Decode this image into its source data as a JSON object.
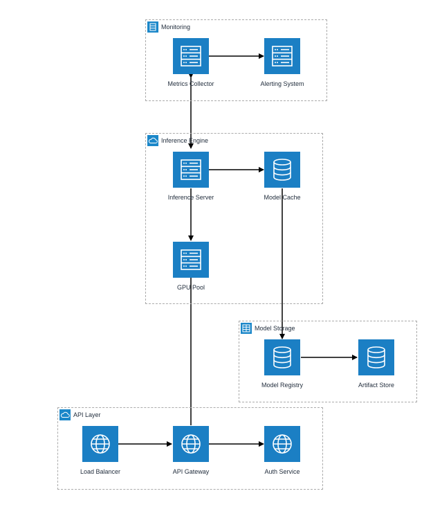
{
  "groups": {
    "monitoring": {
      "title": "Monitoring",
      "icon": "server-rack-icon"
    },
    "inference": {
      "title": "Inference Engine",
      "icon": "cloud-icon"
    },
    "storage": {
      "title": "Model Storage",
      "icon": "server-rack-icon"
    },
    "api": {
      "title": "API Layer",
      "icon": "cloud-icon"
    }
  },
  "nodes": {
    "metrics_collector": {
      "label": "Metrics Collector",
      "icon": "server-icon"
    },
    "alerting_system": {
      "label": "Alerting System",
      "icon": "server-icon"
    },
    "inference_server": {
      "label": "Inference Server",
      "icon": "server-icon"
    },
    "model_cache": {
      "label": "Model Cache",
      "icon": "database-icon"
    },
    "gpu_pool": {
      "label": "GPU Pool",
      "icon": "server-icon"
    },
    "model_registry": {
      "label": "Model Registry",
      "icon": "database-icon"
    },
    "artifact_store": {
      "label": "Artifact Store",
      "icon": "database-icon"
    },
    "load_balancer": {
      "label": "Load Balancer",
      "icon": "globe-icon"
    },
    "api_gateway": {
      "label": "API Gateway",
      "icon": "globe-icon"
    },
    "auth_service": {
      "label": "Auth Service",
      "icon": "globe-icon"
    }
  },
  "colors": {
    "node_fill": "#1b7fc4",
    "group_border": "#aaaaaa",
    "edge": "#000000"
  }
}
